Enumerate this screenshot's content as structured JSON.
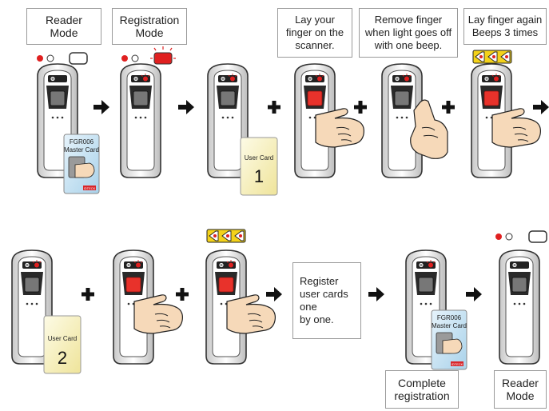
{
  "step_labels": {
    "reader_mode_1": [
      "Reader",
      "Mode"
    ],
    "registration_mode": [
      "Registration",
      "Mode"
    ],
    "lay_finger": [
      "Lay your",
      "finger on the",
      "scanner."
    ],
    "remove_finger": [
      "Remove finger",
      "when light goes off",
      "with one beep."
    ],
    "lay_again": [
      "Lay finger again",
      "Beeps 3 times"
    ],
    "register_cards": [
      "Register",
      "user cards",
      "one",
      "by one."
    ],
    "complete": [
      "Complete",
      "registration"
    ],
    "reader_mode_2": [
      "Reader",
      "Mode"
    ]
  },
  "cards": {
    "master": {
      "line1": "FGR006",
      "line2": "Master Card",
      "brand": "IDTECK"
    },
    "user_1": {
      "label": "User Card",
      "number": "1"
    },
    "user_2": {
      "label": "User Card",
      "number": "2"
    }
  },
  "colors": {
    "scanner_red": "#e8322b",
    "led_red": "#e02020",
    "card_yellow": "#f7f1b5",
    "card_blue": "#cfe6f4",
    "skin": "#f6d9b9",
    "beep_yellow": "#f4d21a"
  }
}
